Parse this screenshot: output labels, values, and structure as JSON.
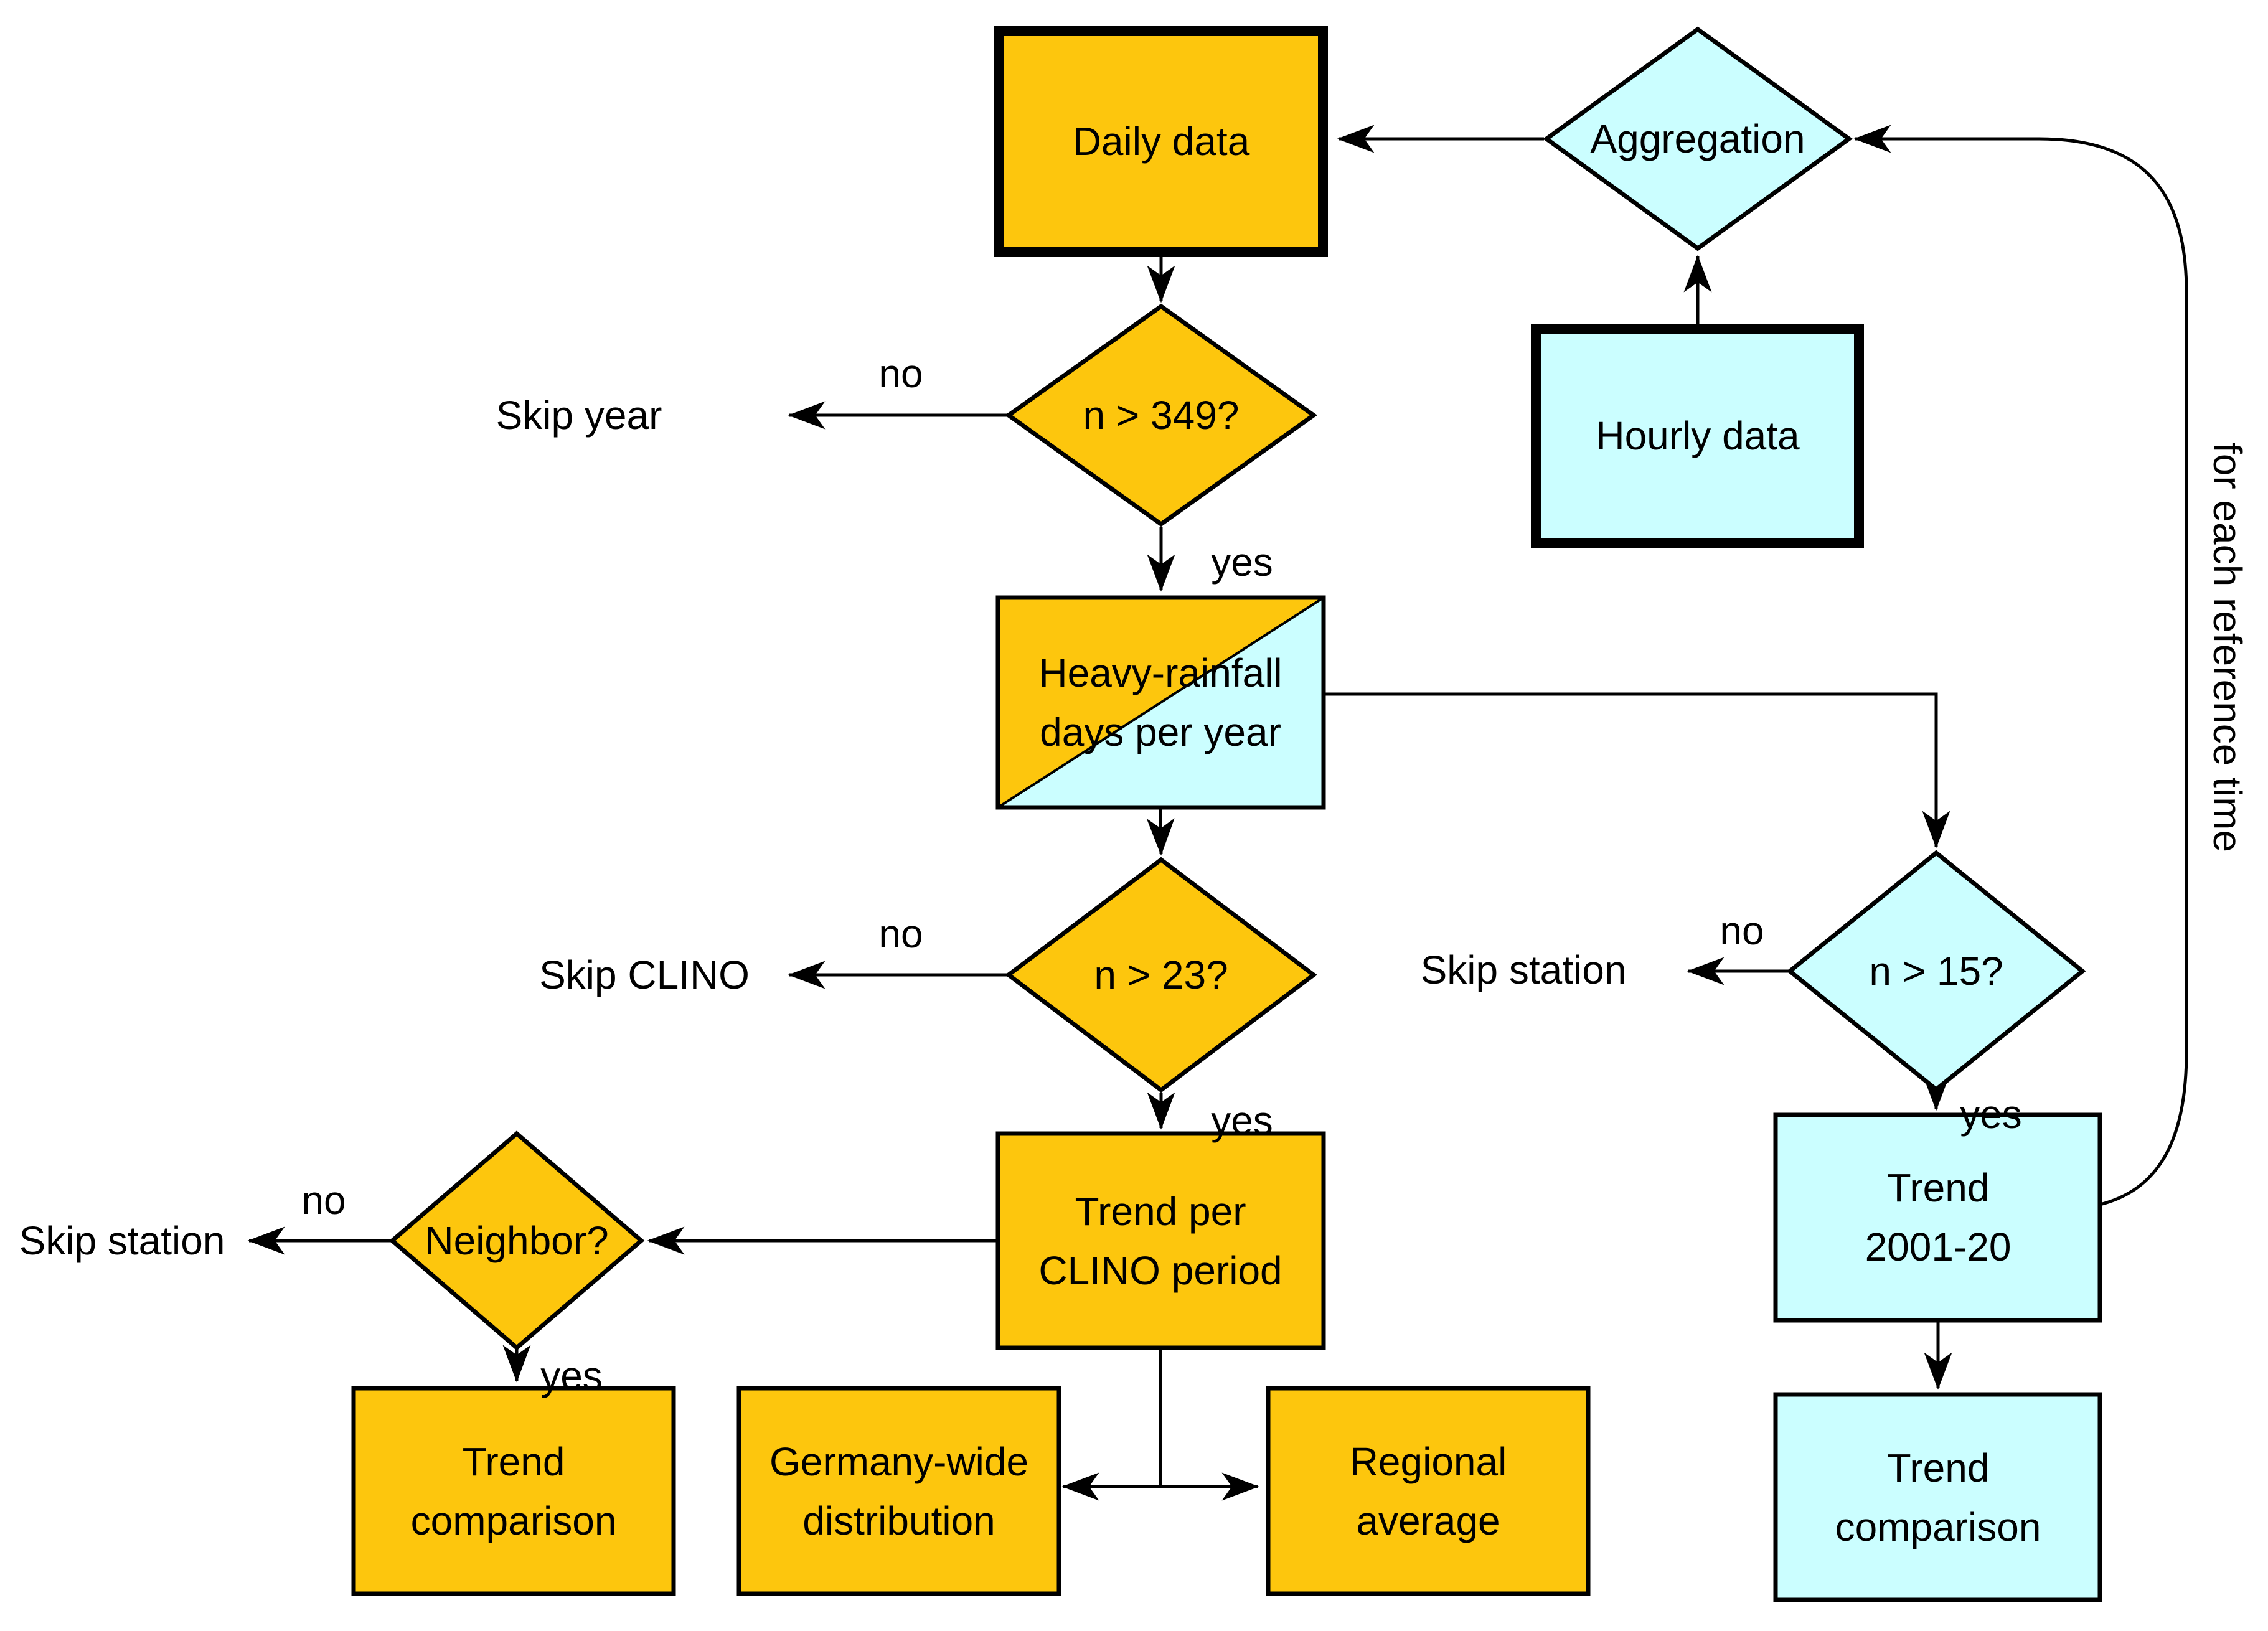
{
  "colors": {
    "orange": "#FDC60D",
    "cyan": "#CBFEFF",
    "line": "#000000",
    "background": "#FFFFFF",
    "text": "#000000"
  },
  "nodes": {
    "daily_data": {
      "label": "Daily data"
    },
    "aggregation": {
      "label": "Aggregation"
    },
    "hourly_data": {
      "label": "Hourly data"
    },
    "n_gt_349": {
      "label": "n > 349?"
    },
    "heavy_rainfall": {
      "line1": "Heavy-rainfall",
      "line2": "days per year"
    },
    "n_gt_23": {
      "label": "n > 23?"
    },
    "n_gt_15": {
      "label": "n > 15?"
    },
    "trend_per_clino": {
      "line1": "Trend per",
      "line2": "CLINO period"
    },
    "trend_2001_20": {
      "line1": "Trend",
      "line2": "2001-20"
    },
    "neighbor": {
      "label": "Neighbor?"
    },
    "trend_comparison_left": {
      "line1": "Trend",
      "line2": "comparison"
    },
    "germany_wide": {
      "line1": "Germany-wide",
      "line2": "distribution"
    },
    "regional_average": {
      "line1": "Regional",
      "line2": "average"
    },
    "trend_comparison_right": {
      "line1": "Trend",
      "line2": "comparison"
    }
  },
  "terminals": {
    "skip_year": "Skip year",
    "skip_clino": "Skip CLINO",
    "skip_station": "Skip station"
  },
  "edge_labels": {
    "yes": "yes",
    "no": "no"
  },
  "loop_label": "for each reference time"
}
